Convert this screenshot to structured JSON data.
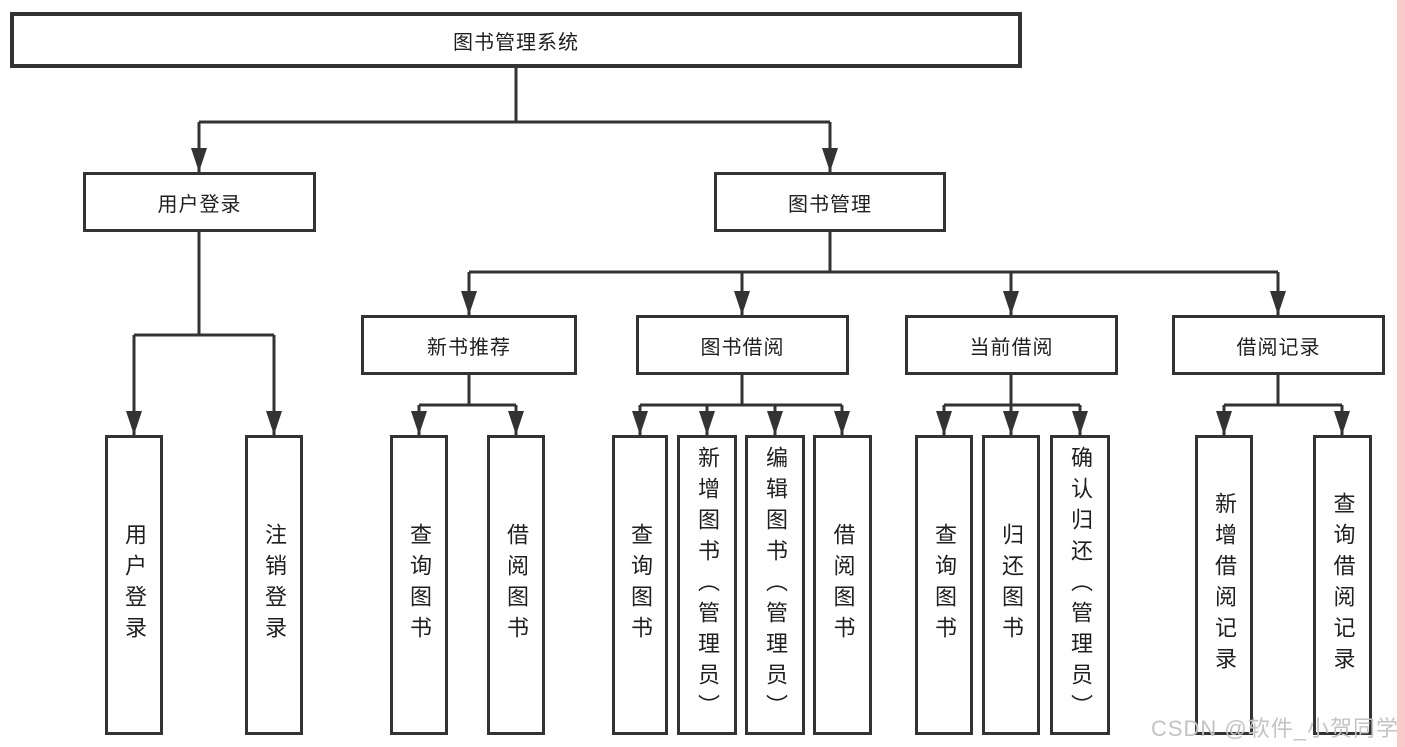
{
  "tree": {
    "root": {
      "label": "图书管理系统"
    },
    "user_login": {
      "label": "用户登录",
      "children": [
        {
          "label": "用户登录"
        },
        {
          "label": "注销登录"
        }
      ]
    },
    "book_mgmt": {
      "label": "图书管理",
      "sections": [
        {
          "label": "新书推荐",
          "children": [
            {
              "label": "查询图书"
            },
            {
              "label": "借阅图书"
            }
          ]
        },
        {
          "label": "图书借阅",
          "children": [
            {
              "label": "查询图书"
            },
            {
              "label": "新增图书（管理员）"
            },
            {
              "label": "编辑图书（管理员）"
            },
            {
              "label": "借阅图书"
            }
          ]
        },
        {
          "label": "当前借阅",
          "children": [
            {
              "label": "查询图书"
            },
            {
              "label": "归还图书"
            },
            {
              "label": "确认归还（管理员）"
            }
          ]
        },
        {
          "label": "借阅记录",
          "children": [
            {
              "label": "新增借阅记录"
            },
            {
              "label": "查询借阅记录"
            }
          ]
        }
      ]
    }
  },
  "watermark": {
    "text": "CSDN @软件_小贺同学"
  },
  "colors": {
    "line": "#333333",
    "border": "#333333",
    "text": "#1f1f1f",
    "watermark": "#c3c3c3",
    "edge_strip": "#f6caca",
    "background": "#ffffff"
  }
}
